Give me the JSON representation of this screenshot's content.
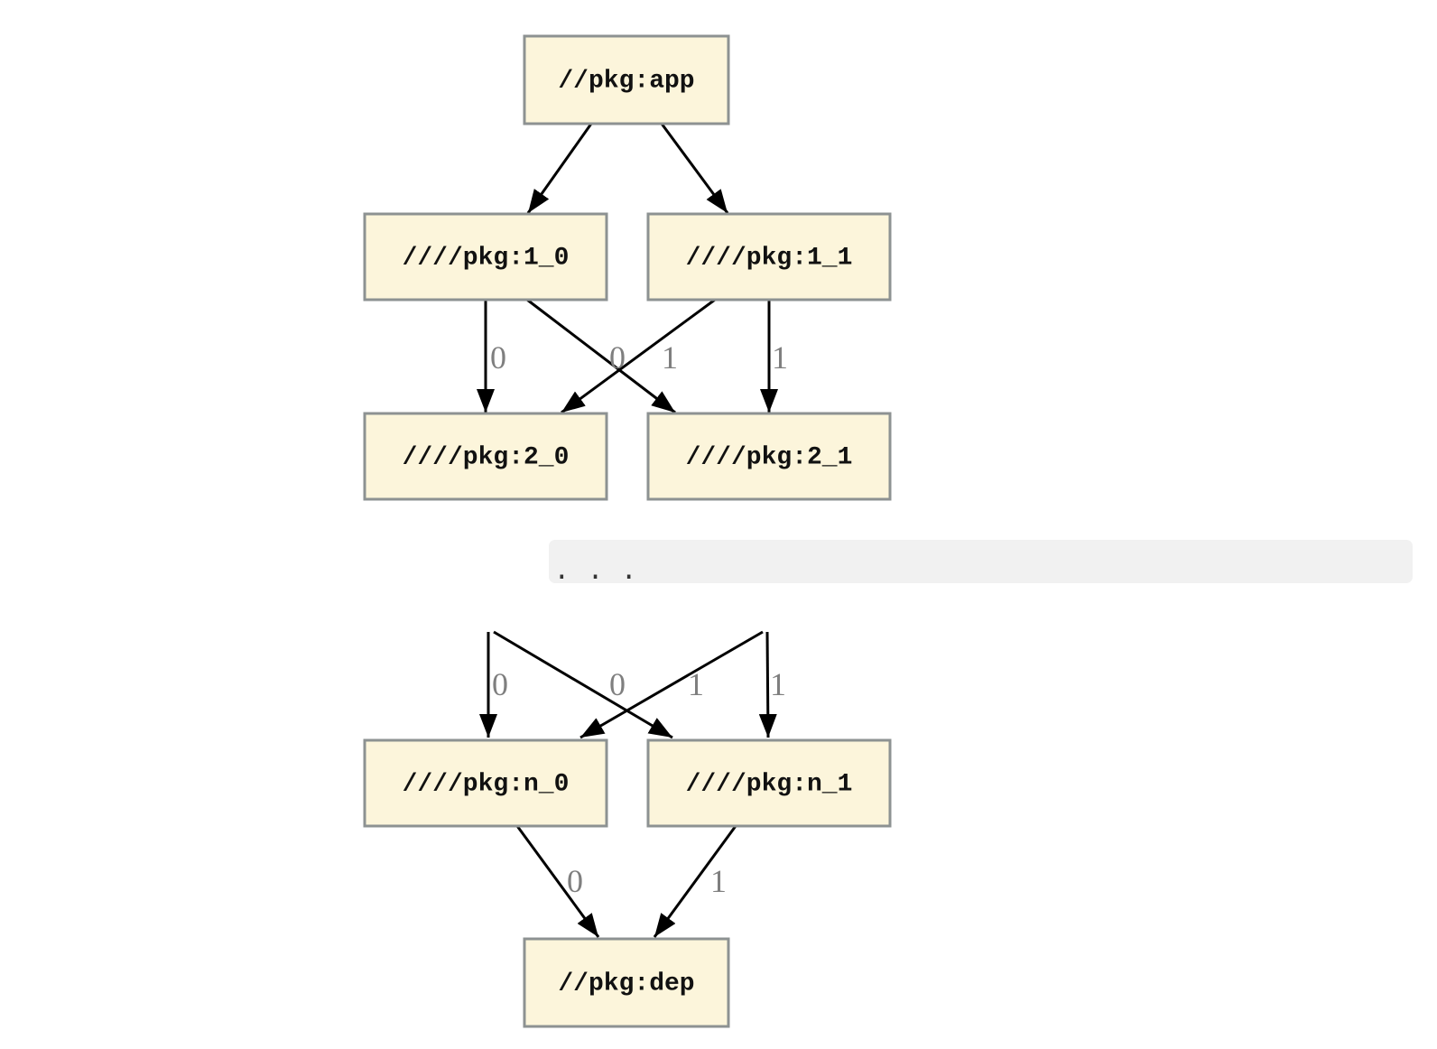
{
  "diagram": {
    "separator": {
      "label": ". . ."
    },
    "colors": {
      "background": "#FFFFFF",
      "node_fill": "#FCF5DB",
      "node_border": "#8D9292",
      "node_text": "#111111",
      "edge": "#000000",
      "edge_label": "#7F7F7F",
      "separator_bg": "#F1F1F1",
      "separator_dots": "#333333"
    },
    "nodes": [
      {
        "id": "app",
        "label": "//pkg:app"
      },
      {
        "id": "v1_0",
        "label": "////pkg:1_0"
      },
      {
        "id": "v1_1",
        "label": "////pkg:1_1"
      },
      {
        "id": "v2_0",
        "label": "////pkg:2_0"
      },
      {
        "id": "v2_1",
        "label": "////pkg:2_1"
      },
      {
        "id": "vn_0",
        "label": "////pkg:n_0"
      },
      {
        "id": "vn_1",
        "label": "////pkg:n_1"
      },
      {
        "id": "dep",
        "label": "//pkg:dep"
      }
    ],
    "edges": [
      {
        "from": "//pkg:app",
        "to": "////pkg:1_0",
        "label": ""
      },
      {
        "from": "//pkg:app",
        "to": "////pkg:1_1",
        "label": ""
      },
      {
        "from": "////pkg:1_0",
        "to": "////pkg:2_0",
        "label": "0"
      },
      {
        "from": "////pkg:1_1",
        "to": "////pkg:2_0",
        "label": "0"
      },
      {
        "from": "////pkg:1_0",
        "to": "////pkg:2_1",
        "label": "1"
      },
      {
        "from": "////pkg:1_1",
        "to": "////pkg:2_1",
        "label": "1"
      },
      {
        "from": "…",
        "to": "////pkg:n_0",
        "label": "0"
      },
      {
        "from": "…",
        "to": "////pkg:n_0",
        "label": "0"
      },
      {
        "from": "…",
        "to": "////pkg:n_1",
        "label": "1"
      },
      {
        "from": "…",
        "to": "////pkg:n_1",
        "label": "1"
      },
      {
        "from": "////pkg:n_0",
        "to": "//pkg:dep",
        "label": "0"
      },
      {
        "from": "////pkg:n_1",
        "to": "//pkg:dep",
        "label": "1"
      }
    ]
  }
}
